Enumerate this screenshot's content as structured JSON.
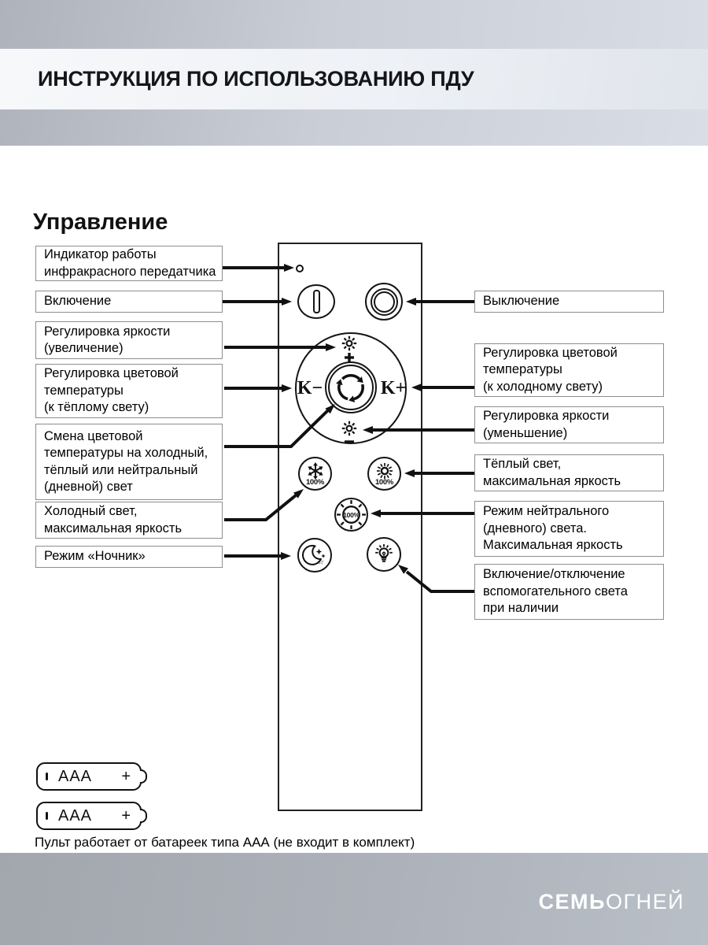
{
  "header": {
    "title": "ИНСТРУКЦИЯ ПО ИСПОЛЬЗОВАНИЮ ПДУ"
  },
  "section_title": "Управление",
  "labels_left": [
    {
      "text": "Индикатор работы\nинфракрасного передатчика"
    },
    {
      "text": "Включение"
    },
    {
      "text": "Регулировка яркости\n(увеличение)"
    },
    {
      "text": "Регулировка цветовой\nтемпературы\n(к тёплому свету)"
    },
    {
      "text": "Смена цветовой\nтемпературы на холодный,\nтёплый или нейтральный\n(дневной) свет"
    },
    {
      "text": "Холодный свет,\nмаксимальная яркость"
    },
    {
      "text": "Режим «Ночник»"
    }
  ],
  "labels_right": [
    {
      "text": "Выключение"
    },
    {
      "text": "Регулировка цветовой\nтемпературы\n(к холодному свету)"
    },
    {
      "text": "Регулировка яркости\n(уменьшение)"
    },
    {
      "text": "Тёплый свет,\nмаксимальная яркость"
    },
    {
      "text": "Режим нейтрального\n(дневного) света.\nМаксимальная яркость"
    },
    {
      "text": "Включение/отключение\nвспомогательного света\nпри наличии"
    }
  ],
  "remote": {
    "k_minus": "K−",
    "k_plus": "K+",
    "percent": "100%"
  },
  "batteries": {
    "items": [
      {
        "label": "AAA",
        "plus": "+"
      },
      {
        "label": "AAA",
        "plus": "+"
      }
    ],
    "note": "Пульт работает от батареек типа ААА (не входит в комплект)"
  },
  "footer": {
    "brand_bold": "СЕМЬ",
    "brand_light": "ОГНЕЙ"
  },
  "colors": {
    "header_band": "#e8ebf0",
    "footer_gray": "#aab0b8",
    "ink": "#111111",
    "box_border": "#8e8e8e"
  }
}
